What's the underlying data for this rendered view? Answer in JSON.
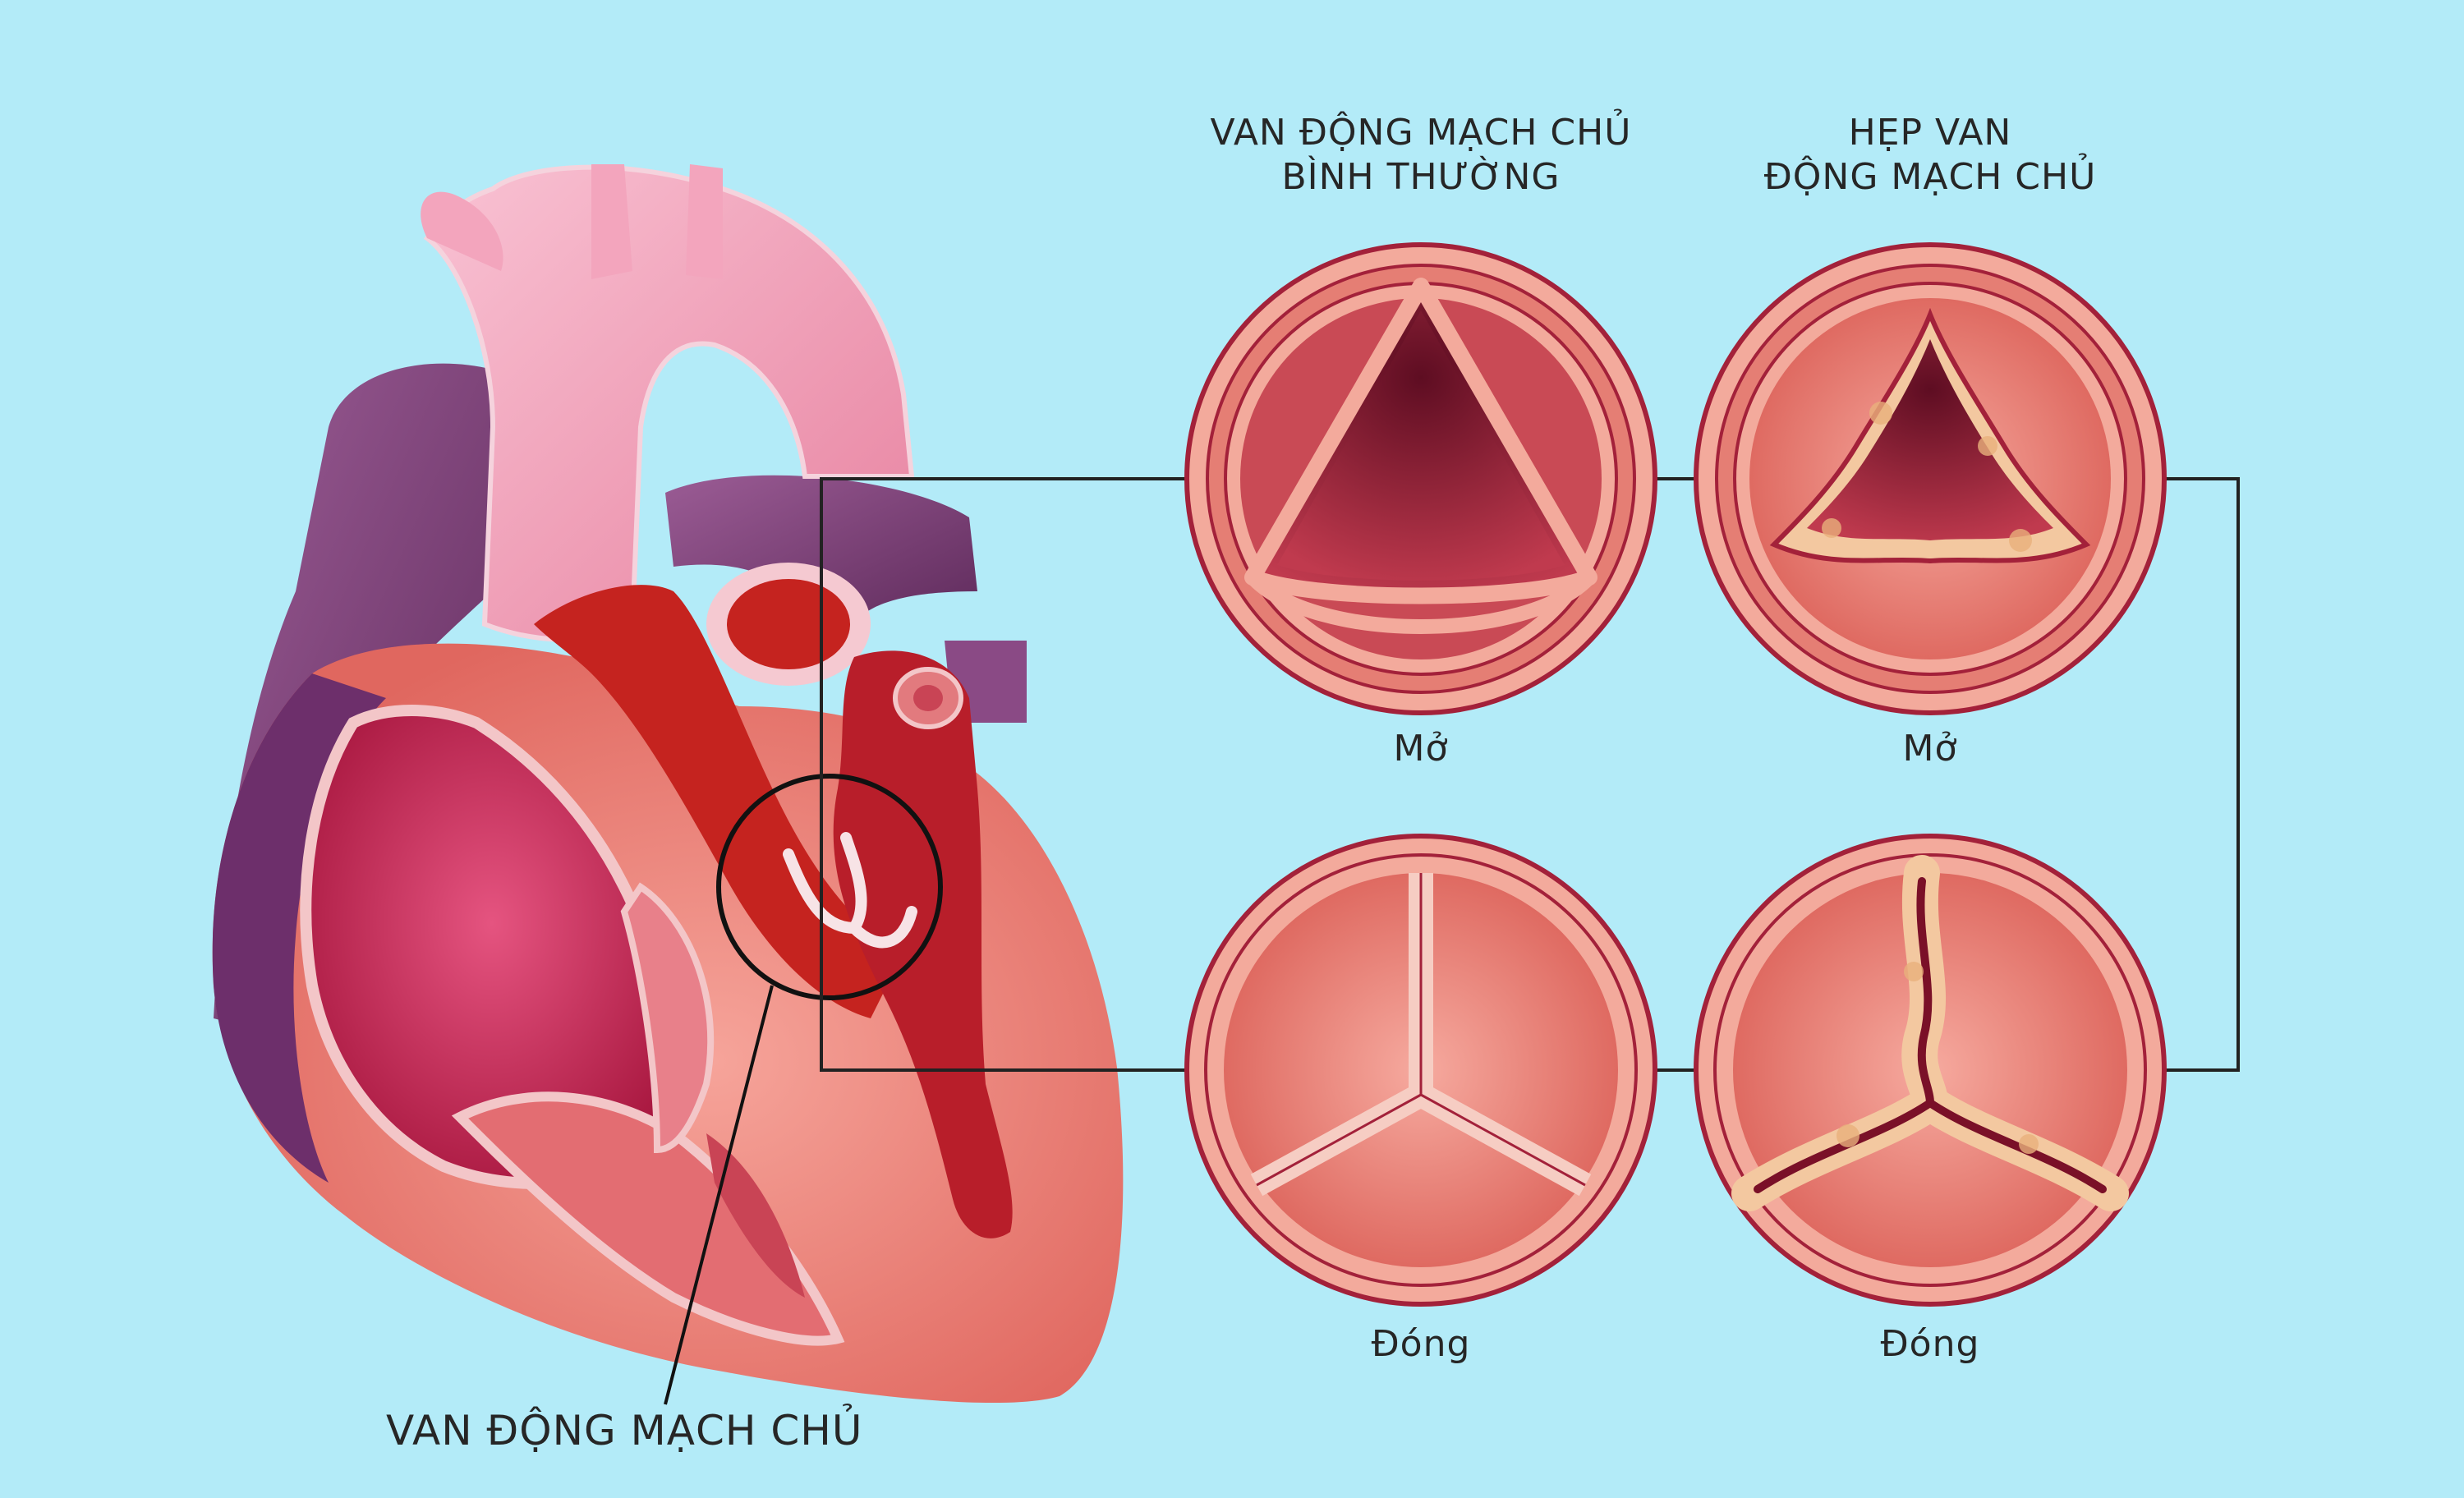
{
  "labels": {
    "aortic_valve": "VAN ĐỘNG MẠCH CHỦ",
    "normal_title_line1": "VAN ĐỘNG MẠCH CHỦ",
    "normal_title_line2": "BÌNH THƯỜNG",
    "stenosis_title_line1": "HẸP VAN",
    "stenosis_title_line2": "ĐỘNG MẠCH CHỦ",
    "normal_open": "Mở",
    "stenosis_open": "Mở",
    "normal_closed": "Đóng",
    "stenosis_closed": "Đóng"
  },
  "colors": {
    "background": "#b3ebf8",
    "valve_ring": "#f0a79a",
    "valve_outline": "#a3213a",
    "cavity_dark": "#7a1028",
    "aorta_pink": "#f5a8c0",
    "vein_purple": "#7b3f78",
    "blood_red": "#c5231f",
    "calcification": "#f3c8a0"
  },
  "icons": [
    "heart-illustration",
    "aortic-valve-icon"
  ]
}
